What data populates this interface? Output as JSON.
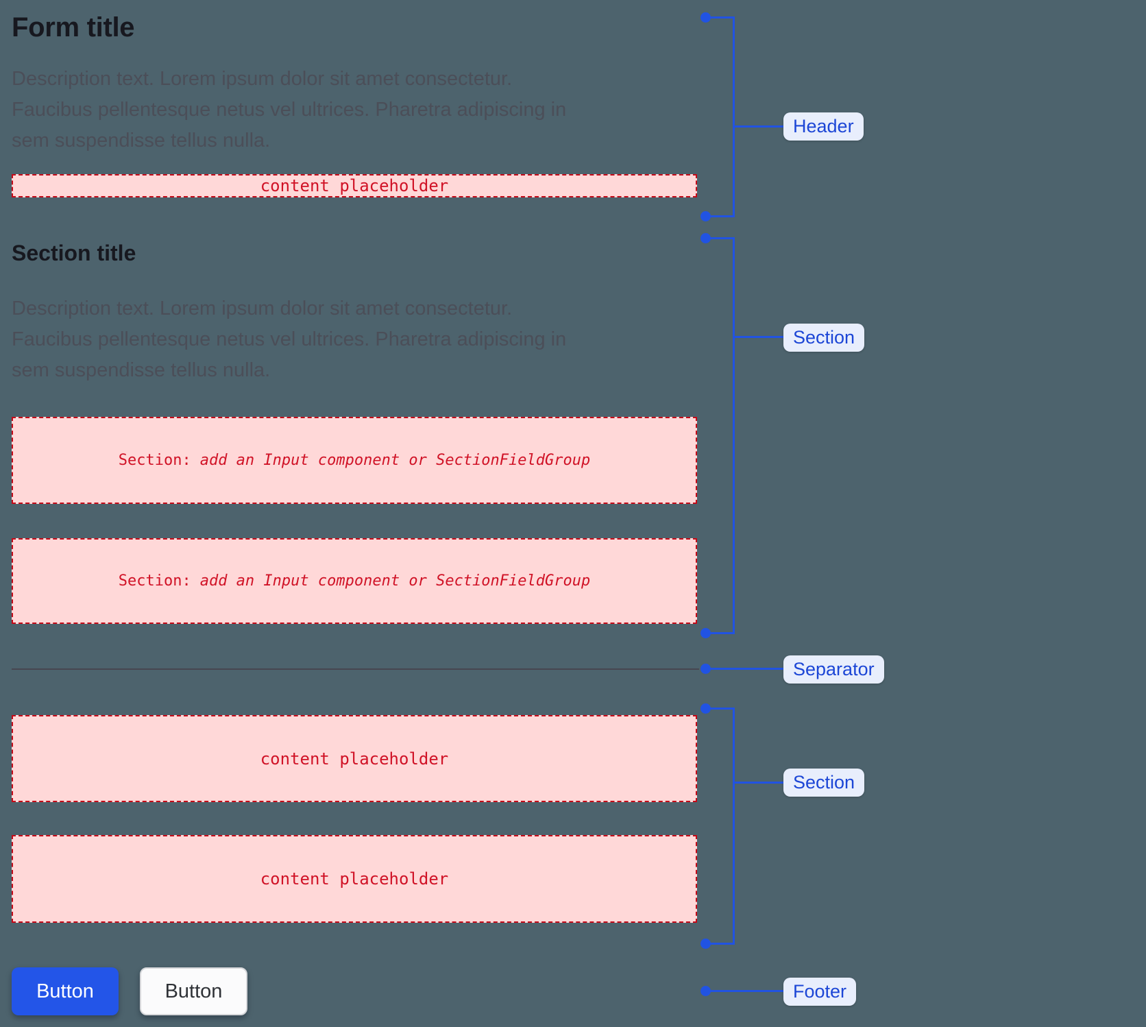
{
  "canvas": {
    "background_color": "#4d636d",
    "accent_color": "#2153e2",
    "placeholder_fill": "#ffd8d8",
    "placeholder_border": "#c40a18",
    "placeholder_text_color": "#d01226"
  },
  "form": {
    "title": "Form title",
    "description_lines": [
      "Description text. Lorem ipsum dolor sit amet consectetur.",
      "Faucibus pellentesque netus vel ultrices. Pharetra adipiscing in",
      "sem suspendisse tellus nulla."
    ],
    "header_content_placeholder": "content placeholder"
  },
  "section": {
    "title": "Section title",
    "description_lines": [
      "Description text. Lorem ipsum dolor sit amet consectetur.",
      "Faucibus pellentesque netus vel ultrices. Pharetra adipiscing in",
      "sem suspendisse tellus nulla."
    ],
    "field_group_placeholders": [
      {
        "prefix": "Section:",
        "text": "add an Input component or SectionFieldGroup"
      },
      {
        "prefix": "Section:",
        "text": "add an Input component or SectionFieldGroup"
      }
    ]
  },
  "section_2": {
    "content_placeholders": [
      "content placeholder",
      "content placeholder"
    ]
  },
  "footer": {
    "primary_button_label": "Button",
    "secondary_button_label": "Button"
  },
  "annotations": {
    "header_label": "Header",
    "section_1_label": "Section",
    "separator_label": "Separator",
    "section_2_label": "Section",
    "footer_label": "Footer"
  }
}
